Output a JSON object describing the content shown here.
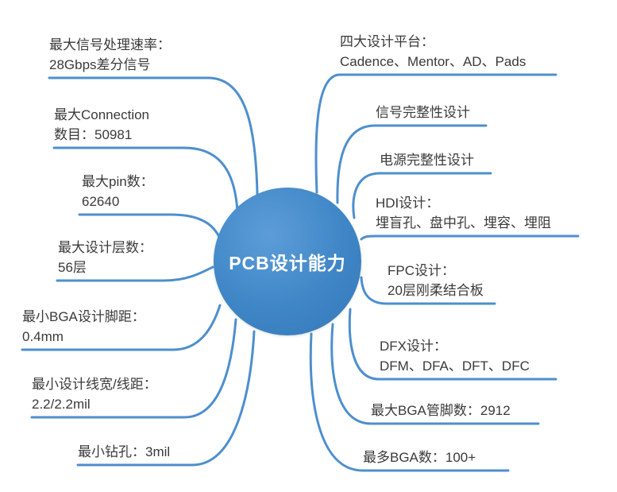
{
  "center": {
    "label": "PCB设计能力"
  },
  "colors": {
    "node_blue": "#3f86c6",
    "line_blue": "#4e8fce",
    "text": "#3a3a3a"
  },
  "left_branches": [
    {
      "lines": [
        "最大信号处理速率：",
        "28Gbps差分信号"
      ]
    },
    {
      "lines": [
        "最大Connection",
        "数目：50981"
      ]
    },
    {
      "lines": [
        "最大pin数：",
        "62640"
      ]
    },
    {
      "lines": [
        "最大设计层数：",
        "56层"
      ]
    },
    {
      "lines": [
        "最小BGA设计脚距：",
        "0.4mm"
      ]
    },
    {
      "lines": [
        "最小设计线宽/线距：",
        "2.2/2.2mil"
      ]
    },
    {
      "lines": [
        "最小钻孔：3mil"
      ]
    }
  ],
  "right_branches": [
    {
      "lines": [
        "四大设计平台：",
        "Cadence、Mentor、AD、Pads"
      ]
    },
    {
      "lines": [
        "信号完整性设计"
      ]
    },
    {
      "lines": [
        "电源完整性设计"
      ]
    },
    {
      "lines": [
        "HDI设计：",
        "埋盲孔、盘中孔、埋容、埋阻"
      ]
    },
    {
      "lines": [
        "FPC设计：",
        "20层刚柔结合板"
      ]
    },
    {
      "lines": [
        "DFX设计：",
        "DFM、DFA、DFT、DFC"
      ]
    },
    {
      "lines": [
        "最大BGA管脚数：2912"
      ]
    },
    {
      "lines": [
        "最多BGA数：100+"
      ]
    }
  ]
}
